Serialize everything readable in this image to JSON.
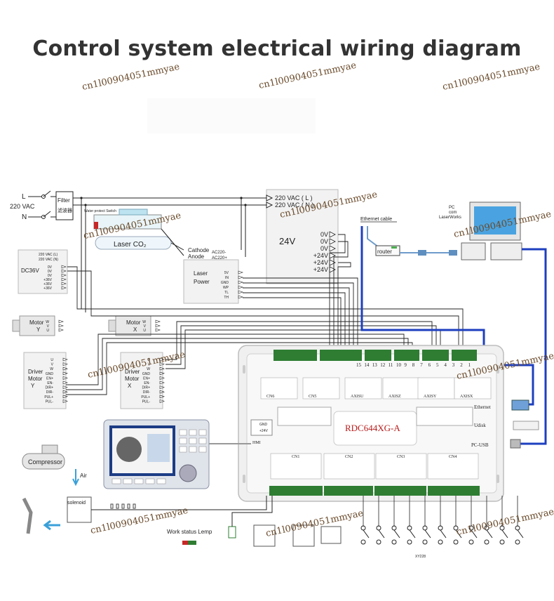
{
  "title": "Control system electrical wiring diagram",
  "watermark": "cn1l00904051mmyae",
  "power": {
    "L": "L",
    "N": "N",
    "supply": "220 VAC",
    "filter": "Filter",
    "filter_cn": "滤波器"
  },
  "water_switch": "Water protect Switch",
  "laser_tube": "Laser CO₂",
  "tube_terms": [
    "Cathode",
    "Anode"
  ],
  "laser_power": {
    "label_1": "Laser",
    "label_2": "Power",
    "ac_in": [
      "AC220-",
      "AC220+"
    ],
    "io": [
      "5V",
      "IN",
      "GND",
      "WP",
      "TL",
      "TH"
    ]
  },
  "psu24": {
    "ac_l": "220 VAC ( L )",
    "ac_n": "220 VAC ( N )",
    "voltage": "24V",
    "outputs": [
      "0V",
      "0V",
      "0V",
      "+24V",
      "+24V",
      "+24V"
    ]
  },
  "dc36": {
    "label": "DC36V",
    "in": [
      "220 VAC (L)",
      "220 VAC (N)"
    ],
    "out": [
      "0V",
      "0V",
      "0V",
      "+36V",
      "+36V",
      "+36V"
    ]
  },
  "motor_y": {
    "label": "Motor",
    "axis": "Y",
    "pins": [
      "W",
      "V",
      "U"
    ]
  },
  "motor_x": {
    "label": "Motor",
    "axis": "X",
    "pins": [
      "W",
      "V",
      "U"
    ]
  },
  "driver_y": {
    "label_1": "Driver",
    "label_2": "Motor",
    "axis": "Y",
    "pins": [
      "U",
      "V",
      "W",
      "GND",
      "EN+",
      "EN-",
      "DIR+",
      "DIR-",
      "PUL+",
      "PUL-"
    ]
  },
  "driver_x": {
    "label_1": "Driver",
    "label_2": "Motor",
    "axis": "X",
    "pins": [
      "U",
      "V",
      "W",
      "GND",
      "EN+",
      "EN-",
      "DIR+",
      "DIR-",
      "PUL+",
      "PUL-"
    ]
  },
  "ethernet_cable": "Ethernet cable",
  "router": "router",
  "pc": [
    "PC",
    "com",
    "LaserWorks"
  ],
  "controller": {
    "model": "RDC644XG-A",
    "hmi": "HMI",
    "ethernet": "Ethernet",
    "udisk": "Udisk",
    "pcusb": "PC-USB",
    "top_pins": [
      "15",
      "14",
      "13",
      "12",
      "11",
      "10",
      "9",
      "8",
      "7",
      "6",
      "5",
      "4",
      "3",
      "2",
      "1"
    ],
    "top_groups": [
      "CN6",
      "CN5",
      "AXISU",
      "AXISZ",
      "AXISY",
      "AXISX"
    ],
    "bottom_groups": [
      "CN1",
      "CN2",
      "CN3",
      "CN4"
    ],
    "hmi_pins": [
      "GND",
      "+24V"
    ]
  },
  "compressor": "Compressor",
  "air": "Air",
  "solenoid": "solenoid",
  "work_lamp": "Work status Lemp",
  "xy_label": "XY228"
}
